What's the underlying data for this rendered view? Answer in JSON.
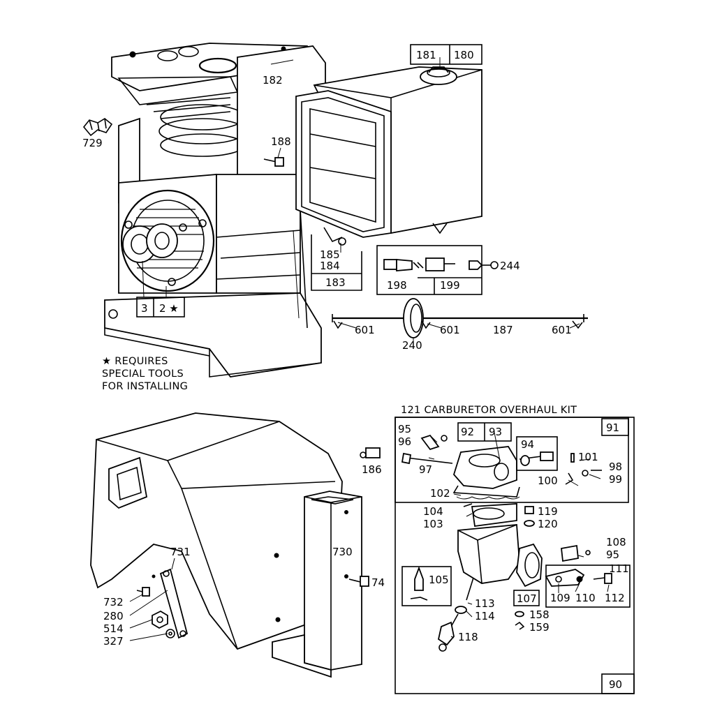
{
  "labels": {
    "l729": "729",
    "l182": "182",
    "l181": "181",
    "l180": "180",
    "l188": "188",
    "l185": "185",
    "l184": "184",
    "l183": "183",
    "l198": "198",
    "l199": "199",
    "l244": "244",
    "l601a": "601",
    "l601b": "601",
    "l601c": "601",
    "l187": "187",
    "l240": "240",
    "l3": "3",
    "l2": "2 ★",
    "l186": "186",
    "l731": "731",
    "l730": "730",
    "l74": "74",
    "l732": "732",
    "l280": "280",
    "l514": "514",
    "l327": "327",
    "l91": "91",
    "l92": "92",
    "l93": "93",
    "l94": "94",
    "l95a": "95",
    "l96": "96",
    "l97": "97",
    "l101": "101",
    "l98": "98",
    "l99": "99",
    "l100": "100",
    "l102": "102",
    "l104": "104",
    "l103": "103",
    "l119": "119",
    "l120": "120",
    "l108": "108",
    "l95b": "95",
    "l111": "111",
    "l105": "105",
    "l107": "107",
    "l109": "109",
    "l110": "110",
    "l112": "112",
    "l113": "113",
    "l114": "114",
    "l158": "158",
    "l159": "159",
    "l118": "118",
    "l90": "90"
  },
  "kit_title": "121 CARBURETOR OVERHAUL KIT",
  "note": {
    "line1": "★ REQUIRES",
    "line2": "SPECIAL TOOLS",
    "line3": "FOR INSTALLING"
  }
}
